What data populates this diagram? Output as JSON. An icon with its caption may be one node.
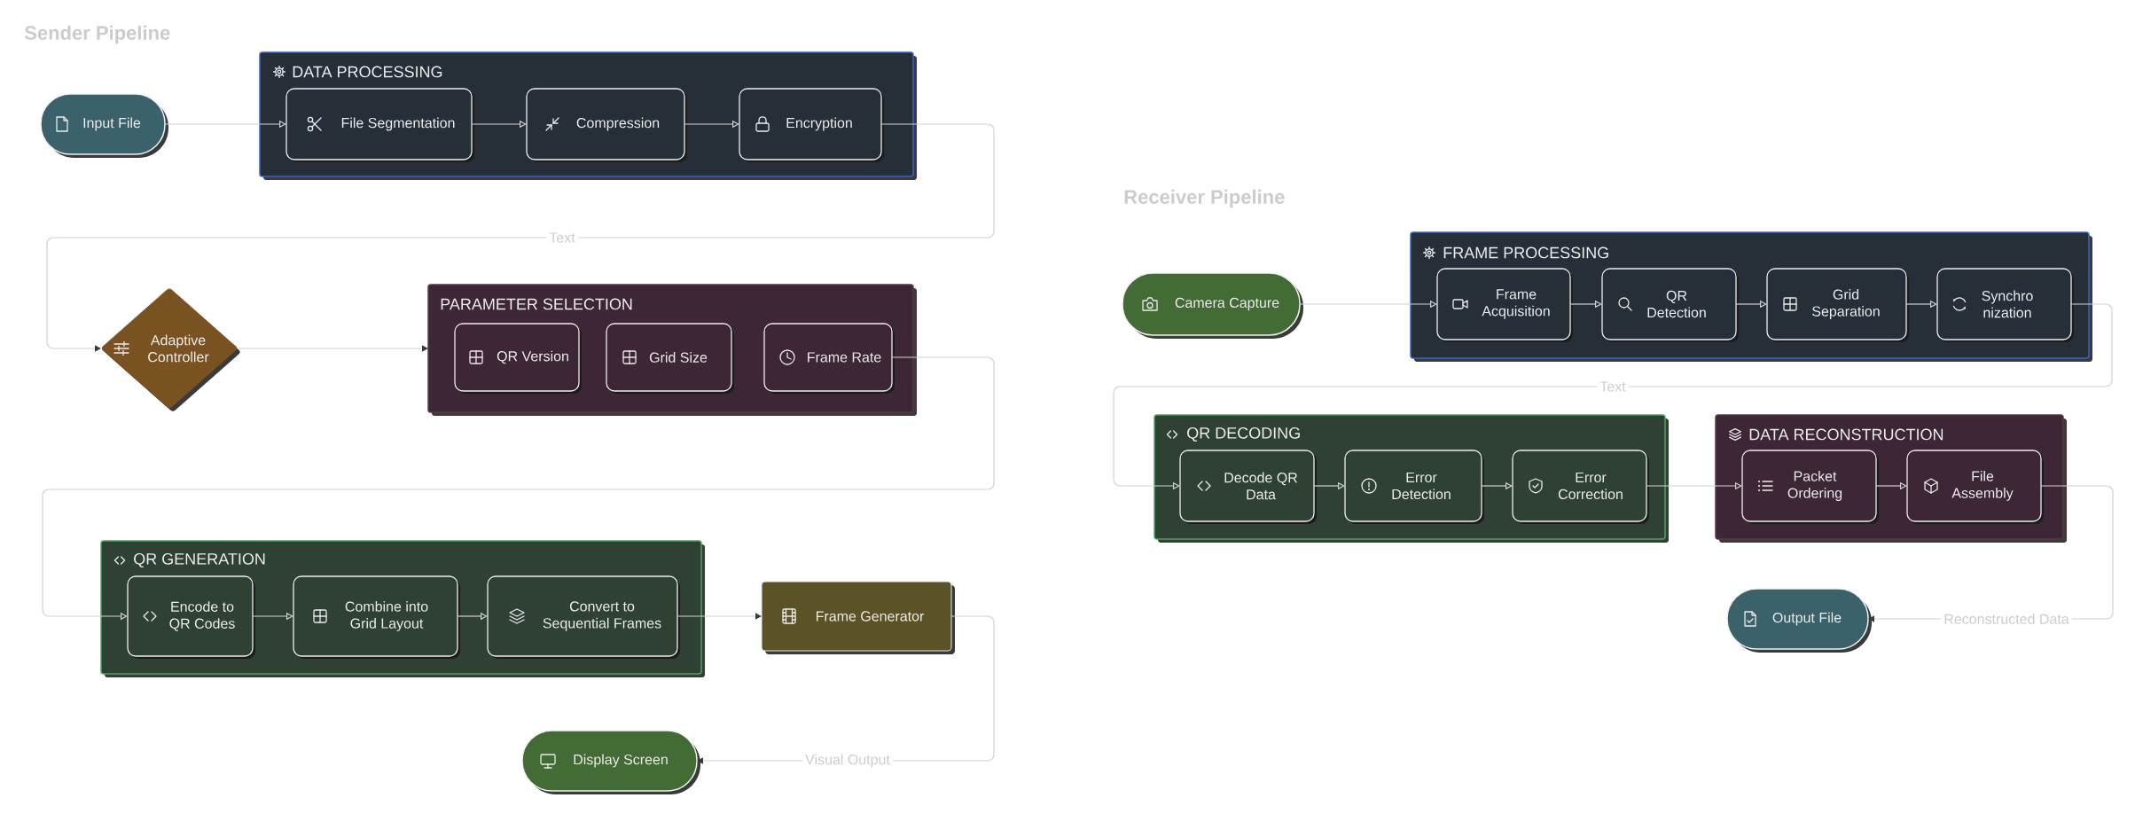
{
  "diagram": {
    "nodes": [
      {
        "text": [
          "Input File"
        ]
      },
      {
        "text": [
          "DATA PROCESSING"
        ]
      },
      {
        "text": [
          "File Segmentation"
        ],
        "in": 1
      },
      {
        "text": [
          "Compression"
        ],
        "in": 1
      },
      {
        "text": [
          "Encryption"
        ],
        "in": 1
      },
      {
        "text": [
          "Adaptive Controller"
        ]
      },
      {
        "text": [
          "PARAMETER SELECTION"
        ]
      },
      {
        "text": [
          "QR Version"
        ],
        "in": 6
      },
      {
        "text": [
          "Grid Size"
        ],
        "in": 6
      },
      {
        "text": [
          "Frame Rate"
        ],
        "in": 6
      },
      {
        "text": [
          "QR GENERATION"
        ]
      },
      {
        "text": [
          "Encode to QR Codes"
        ],
        "in": 10
      },
      {
        "text": [
          "Combine into Grid Layout"
        ],
        "in": 10
      },
      {
        "text": [
          "Convert to Sequential Frames"
        ],
        "in": 10
      },
      {
        "text": [
          "Frame Generator"
        ]
      },
      {
        "text": [
          "Display Screen"
        ]
      },
      {
        "text": [
          "Camera Capture"
        ]
      },
      {
        "text": [
          "FRAME PROCESSING"
        ]
      },
      {
        "text": [
          "Frame Acquisition"
        ],
        "in": 17
      },
      {
        "text": [
          "QR Detection"
        ],
        "in": 17
      },
      {
        "text": [
          "Grid Separation"
        ],
        "in": 17
      },
      {
        "text": [
          "Synchro nization"
        ],
        "in": 17
      },
      {
        "text": [
          "QR DECODING"
        ]
      },
      {
        "text": [
          "Decode QR Data"
        ],
        "in": 22
      },
      {
        "text": [
          "Error Detection"
        ],
        "in": 22
      },
      {
        "text": [
          "Error Correction"
        ],
        "in": 22
      },
      {
        "text": [
          "DATA RECONSTRUCTION"
        ]
      },
      {
        "text": [
          "Packet Ordering"
        ],
        "in": 26
      },
      {
        "text": [
          "File Assembly"
        ],
        "in": 26
      },
      {
        "text": [
          "Output File"
        ]
      }
    ],
    "edges": [
      {
        "from": 0,
        "to": 2,
        "arrow": "to"
      },
      {
        "from": 2,
        "to": 3,
        "arrow": "to"
      },
      {
        "from": 3,
        "to": 4,
        "arrow": "to"
      },
      {
        "from": 4,
        "to": 5,
        "arrow": "to",
        "label": "Text"
      },
      {
        "from": 5,
        "to": 6,
        "arrow": "to"
      },
      {
        "from": 9,
        "to": 11,
        "arrow": "to"
      },
      {
        "from": 11,
        "to": 12,
        "arrow": "to"
      },
      {
        "from": 12,
        "to": 13,
        "arrow": "to"
      },
      {
        "from": 13,
        "to": 14,
        "arrow": "to"
      },
      {
        "from": 14,
        "to": 15,
        "arrow": "to",
        "label": "Visual Output"
      },
      {
        "from": 16,
        "to": 18,
        "arrow": "to"
      },
      {
        "from": 18,
        "to": 19,
        "arrow": "to"
      },
      {
        "from": 19,
        "to": 20,
        "arrow": "to"
      },
      {
        "from": 20,
        "to": 21,
        "arrow": "to"
      },
      {
        "from": 21,
        "to": 23,
        "arrow": "to",
        "label": "Text"
      },
      {
        "from": 23,
        "to": 24,
        "arrow": "to"
      },
      {
        "from": 24,
        "to": 25,
        "arrow": "to"
      },
      {
        "from": 25,
        "to": 27,
        "arrow": "to"
      },
      {
        "from": 27,
        "to": 28,
        "arrow": "to"
      },
      {
        "from": 28,
        "to": 29,
        "arrow": "to",
        "label": "Reconstructed Data"
      }
    ],
    "labels": [
      "Sender Pipeline",
      "Receiver Pipeline"
    ]
  }
}
